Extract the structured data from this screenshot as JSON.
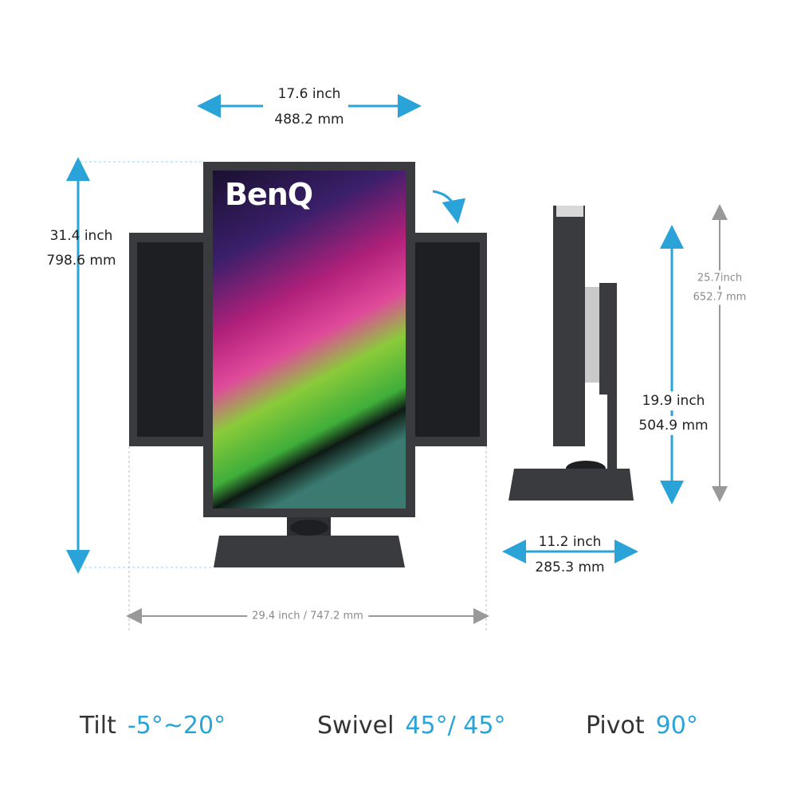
{
  "brand": "BenQ",
  "colors": {
    "accent": "#2aa3d8",
    "secondary": "#999999",
    "bezel": "#3a3b3e"
  },
  "dimensions": {
    "front_width": {
      "inch": "17.6 inch",
      "mm": "488.2 mm"
    },
    "max_height": {
      "inch": "31.4 inch",
      "mm": "798.6 mm"
    },
    "pivot_width": "29.4 inch / 747.2 mm",
    "side_total_height": {
      "inch": "25.7inch",
      "mm": "652.7 mm"
    },
    "side_min_height": {
      "inch": "19.9 inch",
      "mm": "504.9 mm"
    },
    "base_depth": {
      "inch": "11.2 inch",
      "mm": "285.3 mm"
    }
  },
  "specs": [
    {
      "label": "Tilt",
      "value": "-5°~20°"
    },
    {
      "label": "Swivel",
      "value": "45°/ 45°"
    },
    {
      "label": "Pivot",
      "value": "90°"
    }
  ]
}
